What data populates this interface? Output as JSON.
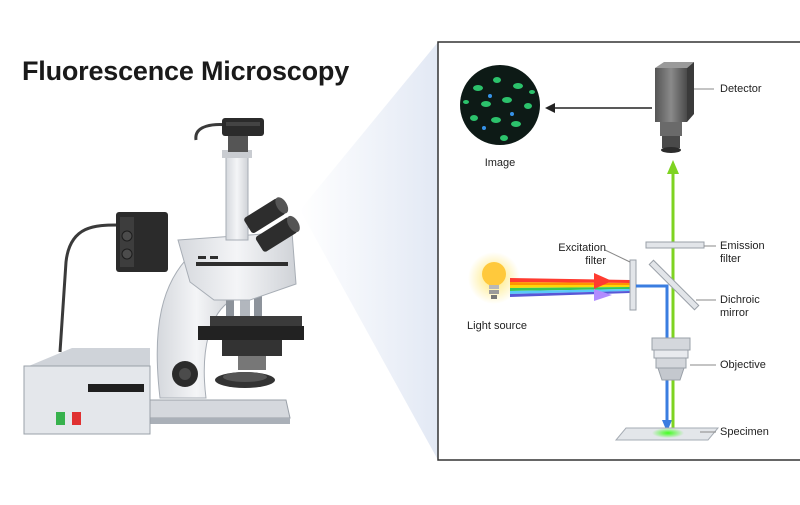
{
  "title": "Fluorescence Microscopy",
  "labels": {
    "detector": "Detector",
    "image": "Image",
    "excitation_filter_1": "Excitation",
    "excitation_filter_2": "filter",
    "emission_filter_1": "Emission",
    "emission_filter_2": "filter",
    "dichroic_mirror_1": "Dichroic",
    "dichroic_mirror_2": "mirror",
    "light_source": "Light source",
    "objective": "Objective",
    "specimen": "Specimen"
  },
  "colors": {
    "emission_beam": "#7ed321",
    "excitation_beam": "#3a7de0",
    "panel_border": "#333333",
    "cells": "#2ecc71",
    "instrument_body": "#e9ebee",
    "instrument_dark": "#2b2b2b"
  },
  "icons": {
    "microscope": "microscope-icon",
    "light_bulb": "light-bulb-icon",
    "camera": "detector-camera-icon",
    "power_supply": "power-supply-icon"
  }
}
